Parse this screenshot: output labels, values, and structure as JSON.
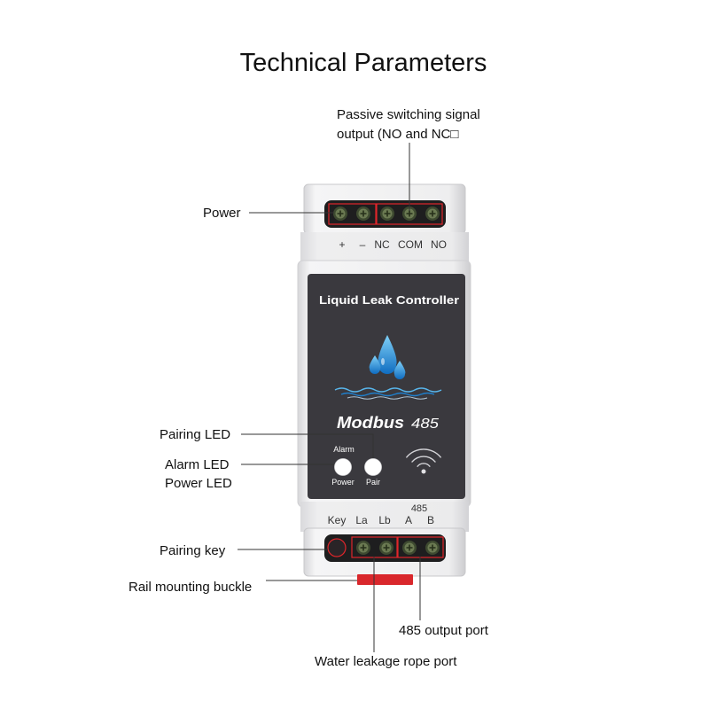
{
  "title": "Technical Parameters",
  "annotations": {
    "passive_output": [
      "Passive switching signal",
      "output (NO and NC□"
    ],
    "power": "Power",
    "pairing_led": "Pairing LED",
    "alarm_led": "Alarm LED",
    "power_led": "Power LED",
    "pairing_key": "Pairing key",
    "rail_buckle": "Rail mounting buckle",
    "output_485": "485 output port",
    "water_rope": "Water leakage rope port"
  },
  "device": {
    "top_terminals": [
      "+",
      "–",
      "NC",
      "COM",
      "NO"
    ],
    "panel_title": "Liquid Leak Controller",
    "brand": "Modbus",
    "protocol": "485",
    "led_top_label": "Alarm",
    "led_labels": [
      "Power",
      "Pair"
    ],
    "bottom_group_label": "485",
    "bottom_terminals": [
      "Key",
      "La",
      "Lb",
      "A",
      "B"
    ]
  },
  "icons": {
    "drops": "water-drop-icon",
    "waves": "water-wave-icon",
    "wireless": "wifi-icon"
  },
  "colors": {
    "panel": "#3a393e",
    "drop": "#0f6cc0",
    "terminal_outline": "#e0262b",
    "rail_buckle": "#d9272c",
    "leader_line": "#333333"
  }
}
